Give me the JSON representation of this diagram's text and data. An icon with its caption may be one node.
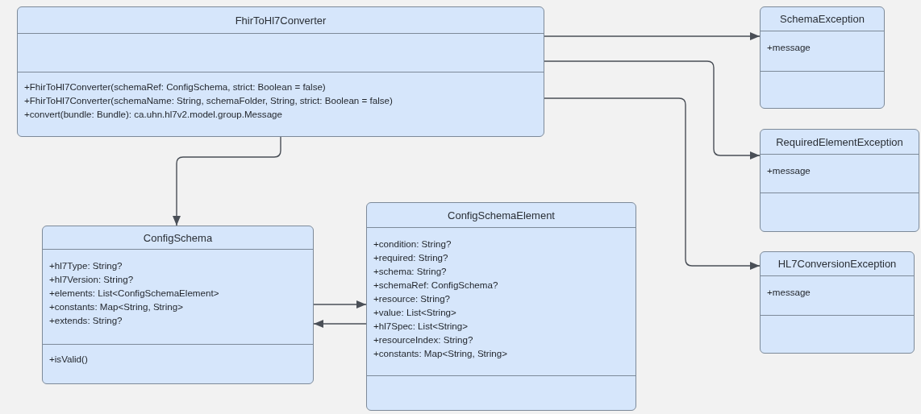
{
  "diagram": {
    "nodes": [
      {
        "text": [
          "FhirToHl7Converter"
        ]
      },
      {
        "text": [],
        "shape": "box",
        "in": 0
      },
      {
        "text": [
          "+FhirToHl7Converter(schemaRef: ConfigSchema, strict: Boolean = false)",
          "+FhirToHl7Converter(schemaName: String, schemaFolder, String, strict: Boolean = false)",
          "+convert(bundle: Bundle): ca.uhn.hl7v2.model.group.Message"
        ],
        "in": 0
      },
      {
        "text": [
          "SchemaException"
        ]
      },
      {
        "text": [
          "+message"
        ],
        "in": 3
      },
      {
        "text": [],
        "shape": "box",
        "in": 3
      },
      {
        "text": [
          "RequiredElementException"
        ]
      },
      {
        "text": [
          "+message"
        ],
        "in": 6
      },
      {
        "text": [],
        "shape": "box",
        "in": 6
      },
      {
        "text": [
          "ConfigSchema"
        ]
      },
      {
        "text": [
          "+hl7Type: String?",
          "+hl7Version: String?",
          "+elements: List<ConfigSchemaElement>",
          "+constants: Map<String, String>",
          "+extends: String?"
        ],
        "in": 9
      },
      {
        "text": [
          "+isValid()"
        ],
        "in": 9
      },
      {
        "text": [
          "ConfigSchemaElement"
        ]
      },
      {
        "text": [
          "+condition: String?",
          "+required: String?",
          "+schema: String?",
          "+schemaRef: ConfigSchema?",
          "+resource: String?",
          "+value: List<String>",
          "+hl7Spec: List<String>",
          "+resourceIndex: String?",
          "+constants: Map<String, String>"
        ],
        "in": 12
      },
      {
        "text": [],
        "shape": "box",
        "in": 12
      },
      {
        "text": [
          "HL7ConversionException"
        ]
      },
      {
        "text": [
          "+message"
        ],
        "in": 15
      },
      {
        "text": [],
        "shape": "box",
        "in": 15
      }
    ],
    "edges": [
      {
        "from": 0,
        "to": 3,
        "arrow": "to"
      },
      {
        "from": 0,
        "to": 6,
        "arrow": "to"
      },
      {
        "from": 0,
        "to": 15,
        "arrow": "to"
      },
      {
        "from": 0,
        "to": 9,
        "arrow": "to"
      },
      {
        "from": 9,
        "to": 12,
        "arrow": "to"
      },
      {
        "from": 12,
        "to": 9,
        "arrow": "to"
      }
    ]
  }
}
